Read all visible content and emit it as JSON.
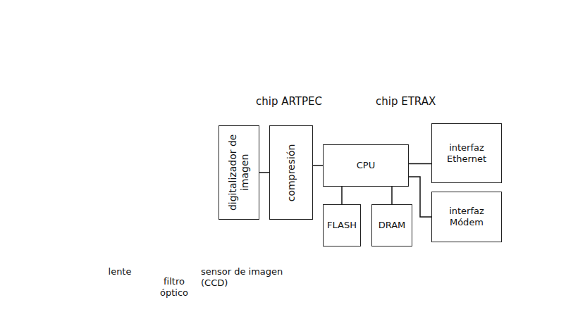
{
  "diagram": {
    "nodes": [
      {
        "text": [
          "digitalizador de imagen"
        ]
      },
      {
        "text": [
          "chip ARTPEC"
        ]
      },
      {
        "text": [
          "compresión"
        ],
        "in": 1
      },
      {
        "text": [
          "chip ETRAX"
        ]
      },
      {
        "text": [
          "CPU"
        ],
        "in": 3
      },
      {
        "text": [
          "FLASH"
        ],
        "in": 3
      },
      {
        "text": [
          "DRAM"
        ],
        "in": 3
      },
      {
        "text": [
          "interfaz Ethernet"
        ],
        "in": 3
      },
      {
        "text": [
          "interfaz Módem"
        ],
        "in": 3
      }
    ],
    "edges": [
      {
        "from": 0,
        "to": 2,
        "arrow": "none"
      },
      {
        "from": 2,
        "to": 4,
        "arrow": "none"
      },
      {
        "from": 4,
        "to": 5,
        "arrow": "none"
      },
      {
        "from": 4,
        "to": 6,
        "arrow": "none"
      },
      {
        "from": 4,
        "to": 7,
        "arrow": "none"
      },
      {
        "from": 4,
        "to": 8,
        "arrow": "none"
      }
    ],
    "labels": [
      "lente",
      "filtro óptico",
      "sensor de imagen (CCD)"
    ]
  }
}
